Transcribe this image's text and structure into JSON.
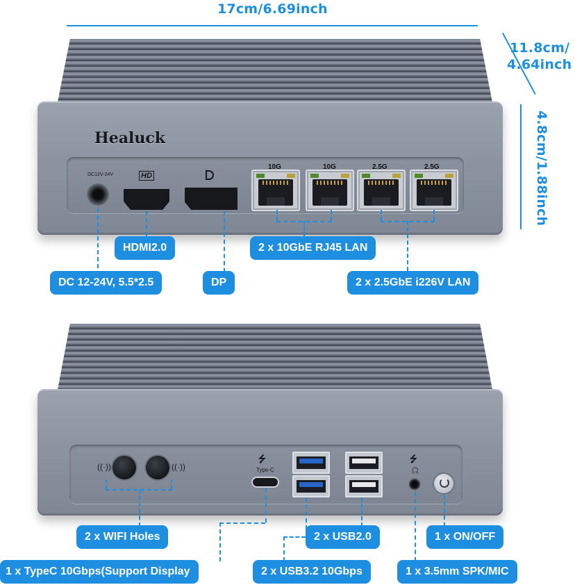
{
  "dimensions": {
    "width": "17cm/6.69inch",
    "depth_line1": "11.8cm/",
    "depth_line2": "4.64inch",
    "height": "4.8cm/1.88inch"
  },
  "brand": "Healuck",
  "top_ports": {
    "dc_small_label": "DC12V-24V",
    "hdmi_icon_label": "HD",
    "lan_speeds": [
      "10G",
      "10G",
      "2.5G",
      "2.5G"
    ]
  },
  "top_labels": {
    "hdmi": "HDMI2.0",
    "lan10": "2 x 10GbE RJ45 LAN",
    "dc": "DC 12-24V, 5.5*2.5",
    "dp": "DP",
    "lan25": "2 x 2.5GbE i226V LAN"
  },
  "bottom_ports": {
    "typec_label": "Type-C"
  },
  "bottom_labels": {
    "wifi": "2 x WIFI Holes",
    "usb2": "2 x USB2.0",
    "onoff": "1 x ON/OFF",
    "typec": "1 x TypeC 10Gbps(Support Display",
    "usb3": "2 x USB3.2 10Gbps",
    "audio": "1 x 3.5mm SPK/MIC"
  },
  "colors": {
    "accent": "#1e8ee0",
    "chassis": "#8c94a1"
  }
}
